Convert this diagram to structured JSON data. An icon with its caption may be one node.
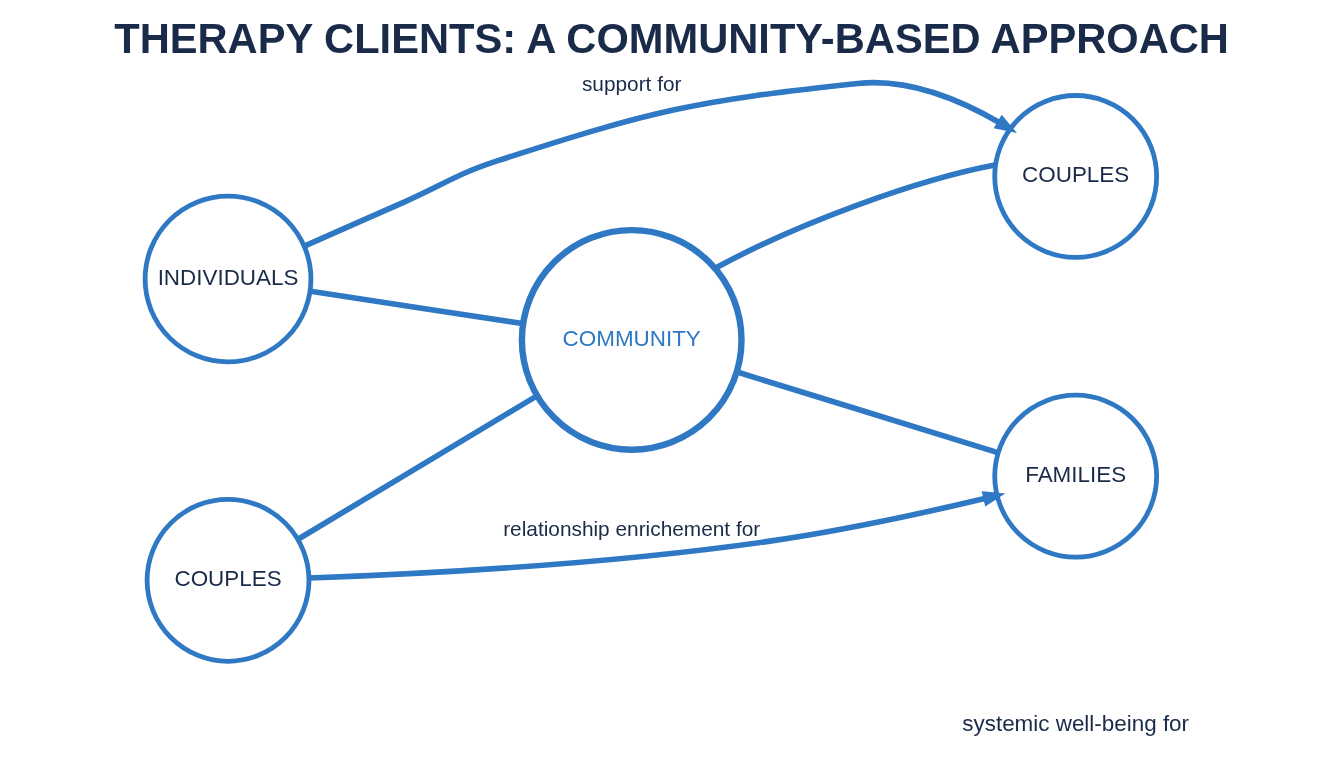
{
  "diagram": {
    "title": "THERAPY CLIENTS: A COMMUNITY-BASED APPROACH",
    "nodes": [
      {
        "text": [
          "INDIVIDUALS"
        ]
      },
      {
        "text": [
          "COUPLES"
        ]
      },
      {
        "text": [
          "COMMUNITY"
        ]
      },
      {
        "text": [
          "COUPLES"
        ]
      },
      {
        "text": [
          "FAMILIES"
        ]
      }
    ],
    "edges": [
      {
        "from": 0,
        "to": 1,
        "arrow": "to",
        "label": "support for"
      },
      {
        "from": 0,
        "to": 2,
        "arrow": "none"
      },
      {
        "from": 1,
        "to": 2,
        "arrow": "none"
      },
      {
        "from": 3,
        "to": 2,
        "arrow": "none"
      },
      {
        "from": 2,
        "to": 4,
        "arrow": "none"
      },
      {
        "from": 3,
        "to": 4,
        "arrow": "to",
        "label": "relationship enrichement for"
      }
    ],
    "labels": [
      "systemic well-being for"
    ]
  }
}
